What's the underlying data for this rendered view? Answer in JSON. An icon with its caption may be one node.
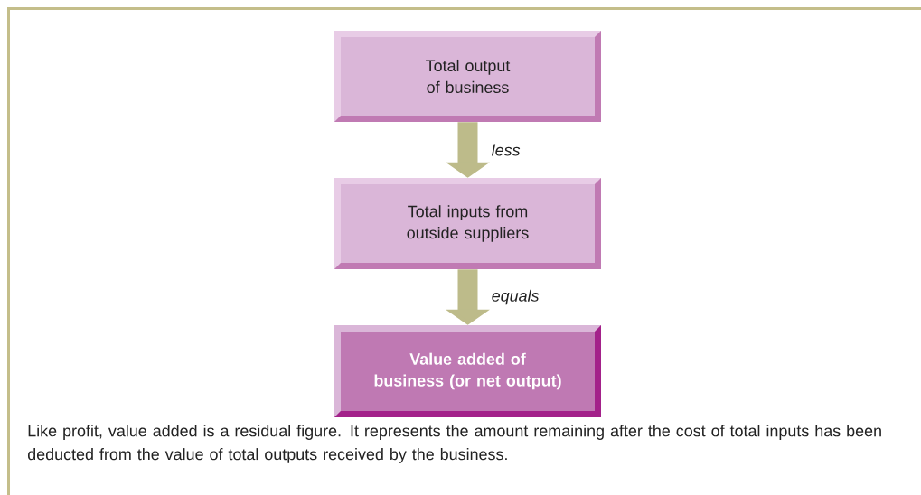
{
  "diagram": {
    "nodes": [
      {
        "text": [
          "Total output of business"
        ]
      },
      {
        "text": [
          "Total inputs from outside suppliers"
        ]
      },
      {
        "text": [
          "Value added of business (or net output)"
        ]
      }
    ],
    "edges": [
      {
        "from": 0,
        "to": 1,
        "arrow": "to",
        "label": "less"
      },
      {
        "from": 1,
        "to": 2,
        "arrow": "to",
        "label": "equals"
      }
    ],
    "caption": "Like profit, value added is a residual figure. It represents the amount remaining after the cost of total inputs has been deducted from the value of total outputs received by the business."
  }
}
